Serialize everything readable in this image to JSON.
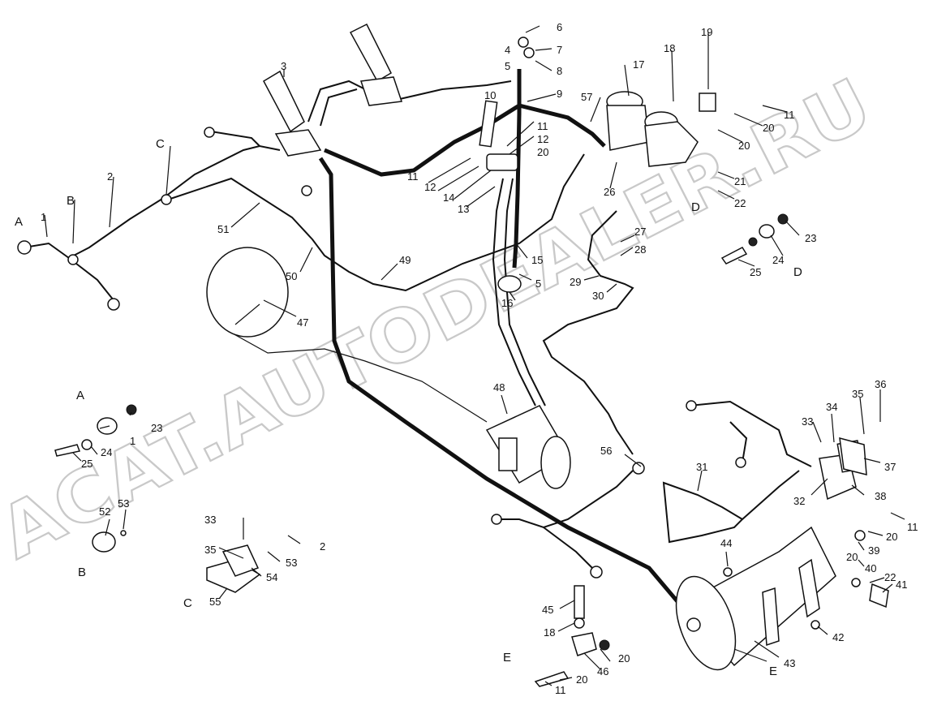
{
  "watermark": "ACAT.AUTODEALER.RU",
  "section_letters": [
    "A",
    "B",
    "C",
    "D",
    "E"
  ],
  "part_labels": [
    "1",
    "2",
    "3",
    "4",
    "5",
    "6",
    "7",
    "8",
    "9",
    "10",
    "11",
    "12",
    "13",
    "14",
    "15",
    "16",
    "17",
    "18",
    "19",
    "20",
    "21",
    "22",
    "23",
    "24",
    "25",
    "26",
    "27",
    "28",
    "29",
    "30",
    "31",
    "32",
    "33",
    "34",
    "35",
    "36",
    "37",
    "38",
    "39",
    "40",
    "41",
    "42",
    "43",
    "44",
    "45",
    "46",
    "47",
    "48",
    "49",
    "50",
    "51",
    "52",
    "53",
    "54",
    "55",
    "56",
    "57"
  ]
}
